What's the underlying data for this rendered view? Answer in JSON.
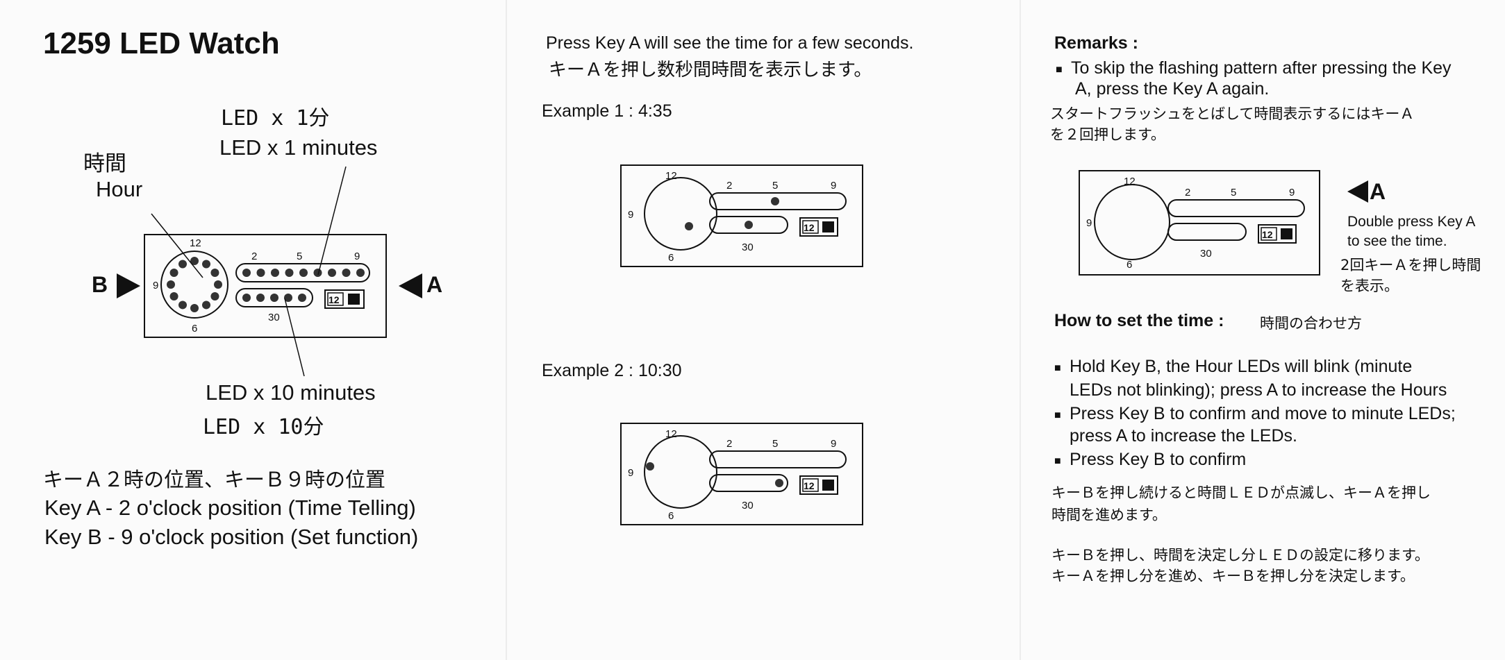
{
  "panel1": {
    "title": "1259 LED Watch",
    "led_1min_jp": "LED x 1分",
    "led_1min_en": "LED x 1 minutes",
    "hour_jp": "時間",
    "hour_en": "Hour",
    "key_b": "B",
    "key_a": "A",
    "led_10min_en": "LED x 10 minutes",
    "led_10min_jp": "LED x 10分",
    "keys_jp": "キーＡ２時の位置、キーＢ９時の位置",
    "key_a_desc": "Key A - 2 o'clock position (Time Telling)",
    "key_b_desc": "Key B - 9 o'clock position (Set function)"
  },
  "panel2": {
    "press_en": "Press Key A will see the time for a few seconds.",
    "press_jp": "キーＡを押し数秒間時間を表示します。",
    "example1": "Example 1 :  4:35",
    "example2": "Example 2 :  10:30"
  },
  "panel3": {
    "remarks": "Remarks :",
    "remark_en_1": "To skip the flashing pattern after pressing the Key",
    "remark_en_2": "A, press the Key A again.",
    "remark_jp_1": "スタートフラッシュをとばして時間表示するにはキーＡ",
    "remark_jp_2": "を２回押します。",
    "double_a": "A",
    "double_en_1": "Double press Key A",
    "double_en_2": "to see the time.",
    "double_jp_1": "2回キーＡを押し時間",
    "double_jp_2": "を表示。",
    "how_title": "How to set the time :",
    "how_jp": "時間の合わせ方",
    "steps": [
      {
        "l1": "Hold   Key B,  the Hour LEDs will blink (minute",
        "l2": "LEDs not blinking); press A to increase the Hours"
      },
      {
        "l1": "Press Key B to confirm and move to minute LEDs;",
        "l2": "press A to increase the LEDs."
      },
      {
        "l1": "Press Key B to confirm",
        "l2": ""
      }
    ],
    "jp_para1_1": "キーＢを押し続けると時間ＬＥＤが点滅し、キーＡを押し",
    "jp_para1_2": "時間を進めます。",
    "jp_para2_1": "キーＢを押し、時間を決定し分ＬＥＤの設定に移ります。",
    "jp_para2_2": "キーＡを押し分を進め、キーＢを押し分を決定します。"
  },
  "dial": {
    "n12": "12",
    "n9": "9",
    "n6": "6",
    "n2": "2",
    "n5": "5",
    "n9b": "9",
    "n30": "30",
    "logo": "12"
  },
  "colors": {
    "ink": "#111111",
    "led": "#333333",
    "paper": "#fbfbfb"
  },
  "icons": [
    "triangle-right-icon",
    "triangle-left-icon",
    "led-dot-icon",
    "watch-logo-icon"
  ]
}
